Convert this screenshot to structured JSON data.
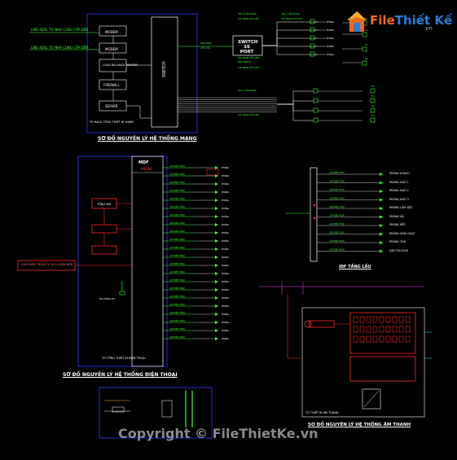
{
  "brand": {
    "logo_main": "File",
    "logo_accent": "Thiết Kế",
    "logo_domain": ".vn",
    "watermark": "Copyright © FileThietKe.vn"
  },
  "network": {
    "title": "SƠ ĐỒ NGUYÊN LÝ HỆ THỐNG MẠNG",
    "incoming": [
      "LINE ADSL TỪ NHÀ CUNG CẤP ĐẾN",
      "LINE ADSL TỪ NHÀ CUNG CẤP ĐẾN"
    ],
    "devices": [
      "MODEM",
      "MODEM",
      "LOAD BALANCE ROUTER",
      "FIREWALL",
      "SERVER"
    ],
    "switch_label": "SWITCH",
    "switch16": "SWITCH 16 PORT",
    "rack_label": "TỦ RACK TỔNG THIẾT BỊ MẠNG",
    "ports": [
      "1",
      "2",
      "3",
      "4",
      "5",
      "6",
      "7",
      "8",
      "9",
      "10"
    ]
  },
  "phone": {
    "title": "SƠ ĐỒ NGUYÊN LÝ HỆ THỐNG ĐIỆN THOẠI",
    "mdf": "MDF",
    "krone": "KRONE",
    "pabx": "TỔNG ĐÀI",
    "incoming": "LINE ĐIỆN THOẠI TỪ BƯU ĐIỆN ĐẾN",
    "rack_label": "TỦ TỔNG THIẾT BỊ ĐIỆN THOẠI"
  },
  "idf": {
    "title": "IDF  TẦNG LẦU",
    "rooms": [
      "PHÒNG KHÁCH",
      "PHÒNG NGỦ 1",
      "PHÒNG NGỦ 2",
      "PHÒNG NGỦ 3",
      "PHÒNG LÀM VIỆC",
      "PHÒNG ĂN",
      "PHÒNG BẾP",
      "PHÒNG SINH HOẠT",
      "PHÒNG THỜ",
      "SÂN THƯỢNG"
    ]
  },
  "audio": {
    "title": "SƠ ĐỒ NGUYÊN LÝ HỆ THỐNG ÂM THANH",
    "rack_label": "TỦ THIẾT BỊ ÂM THANH"
  },
  "colors": {
    "background": "#000000",
    "green": "#3cff3c",
    "blue": "#2b36ff",
    "red": "#ff2a2a",
    "white": "#ffffff",
    "cyan": "#38d6ff",
    "magenta": "#ff3cff"
  }
}
